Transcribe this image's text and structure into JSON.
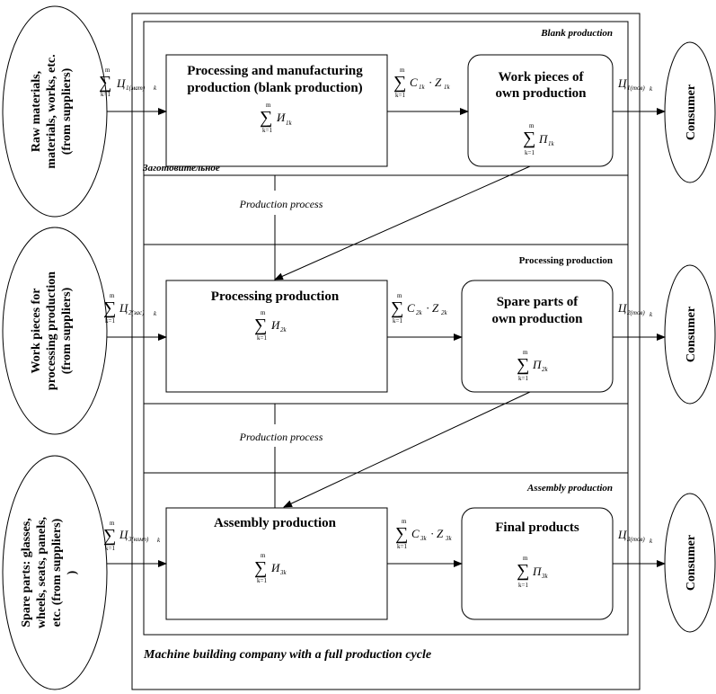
{
  "diagram": {
    "company_caption": "Machine building company with a full production cycle",
    "process_label": "Production process",
    "sum_upper": "m",
    "sum_lower": "k=1",
    "sum_lower_top": "k=1",
    "sections": [
      {
        "title": "Blank production",
        "ru_label": "Заготовительное",
        "supplier_lines": [
          "Raw materials,",
          "materials, works, etc.",
          "(from suppliers)"
        ],
        "input_var": "Ц",
        "input_sub": "1(мат)",
        "input_k": "k",
        "process_lines": [
          "Processing and manufacturing",
          "production (blank production)"
        ],
        "process_var": "И",
        "process_sub": "1k",
        "flow_c": "C",
        "flow_c_sub": "1k",
        "flow_z": "Z",
        "flow_z_sub": "1k",
        "output_lines": [
          "Work pieces of",
          "own production"
        ],
        "output_var": "П",
        "output_sub": "1k",
        "price_var": "Ц",
        "price_sub": "1(тов)",
        "price_k": "k",
        "consumer": "Consumer"
      },
      {
        "title": "Processing production",
        "supplier_lines": [
          "Work pieces for",
          "processing production",
          "(from suppliers)"
        ],
        "input_var": "Ц",
        "input_sub": "2(зас)",
        "input_k": "k",
        "process_lines": [
          "Processing production"
        ],
        "process_var": "И",
        "process_sub": "2k",
        "flow_c": "C",
        "flow_c_sub": "2k",
        "flow_z": "Z",
        "flow_z_sub": "2k",
        "output_lines": [
          "Spare parts of",
          "own production"
        ],
        "output_var": "П",
        "output_sub": "2k",
        "price_var": "Ц",
        "price_sub": "2(тов)",
        "price_k": "k",
        "consumer": "Consumer"
      },
      {
        "title": "Assembly production",
        "supplier_lines": [
          "Spare parts: glasses,",
          "wheels, seats, panels,",
          "etc. (from suppliers)",
          ")"
        ],
        "input_var": "Ц",
        "input_sub": "3(комп)",
        "input_k": "k",
        "process_lines": [
          "Assembly production"
        ],
        "process_var": "И",
        "process_sub": "3k",
        "flow_c": "C",
        "flow_c_sub": "3k",
        "flow_z": "Z",
        "flow_z_sub": "3k",
        "output_lines": [
          "Final products"
        ],
        "output_var": "П",
        "output_sub": "3k",
        "price_var": "Ц",
        "price_sub": "3(тов)",
        "price_k": "k",
        "consumer": "Consumer"
      }
    ]
  }
}
